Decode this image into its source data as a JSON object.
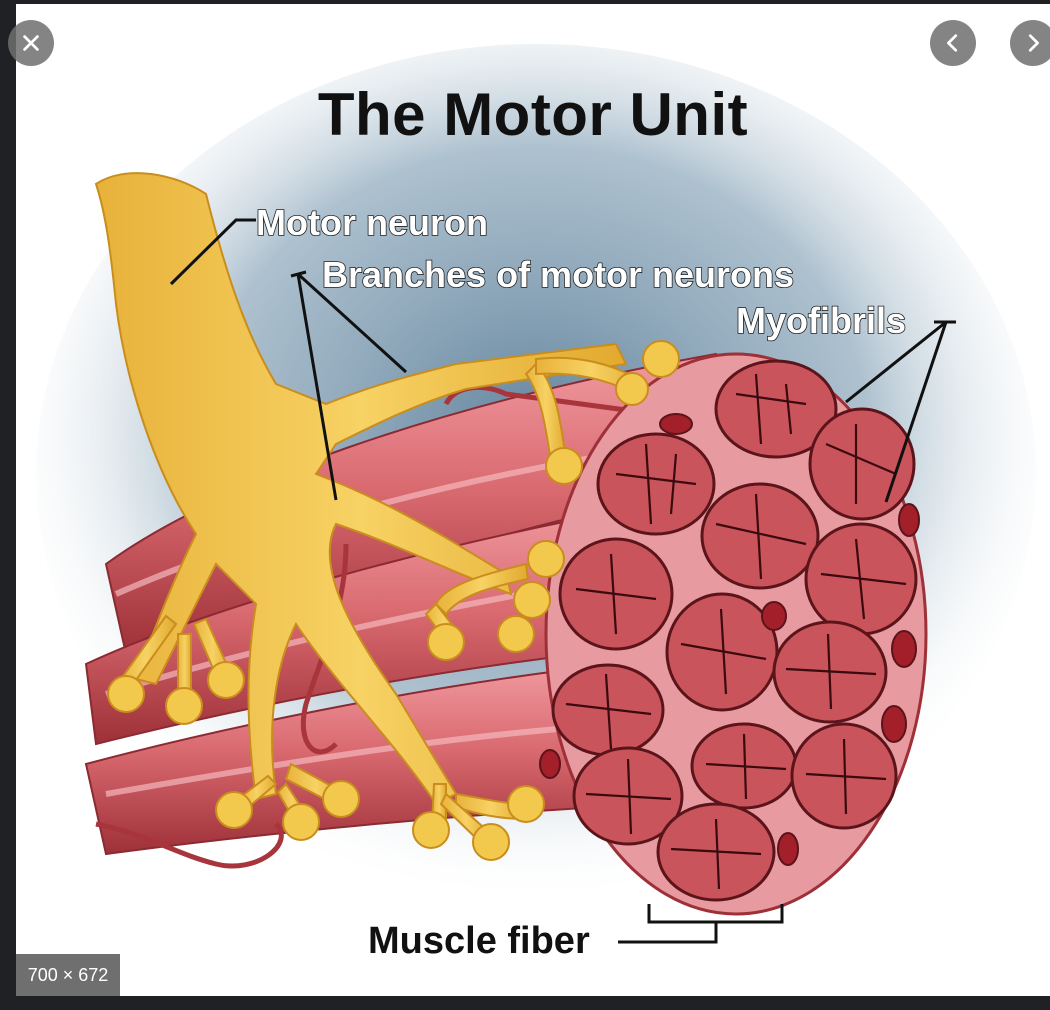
{
  "viewer": {
    "close_icon": "close-icon",
    "prev_icon": "chevron-left-icon",
    "next_icon": "chevron-right-icon",
    "size_label": "700 × 672"
  },
  "diagram": {
    "title": "The Motor Unit",
    "labels": {
      "motor_neuron": "Motor neuron",
      "branches": "Branches of motor neurons",
      "myofibrils": "Myofibrils",
      "muscle_fiber": "Muscle fiber"
    },
    "colors": {
      "neuron": "#f2c94c",
      "muscle": "#d96a70",
      "muscle_dark": "#a8343c",
      "myofibril_fill": "#c9545b",
      "background_smudge": "#6f8fa6"
    }
  }
}
